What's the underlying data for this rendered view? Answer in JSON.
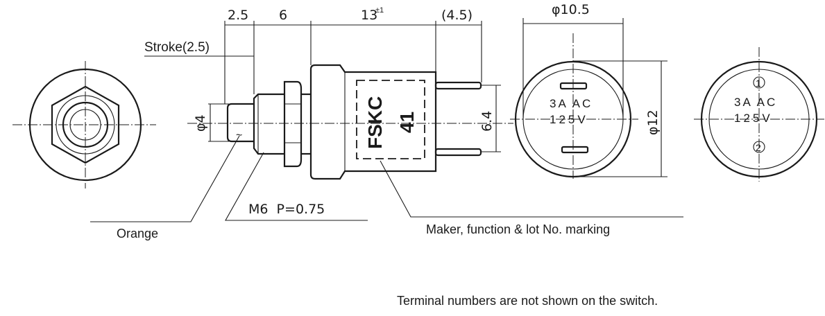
{
  "dimensions": {
    "stroke_travel": "2.5",
    "bushing_length": "6",
    "body_length": "13",
    "body_tolerance": "±1",
    "terminal_length": "(4.5)",
    "stroke_label": "Stroke(2.5)",
    "plunger_diameter": "φ4",
    "terminal_spacing": "6.4",
    "base_diameter": "φ10.5",
    "body_diameter": "φ12"
  },
  "marking": {
    "maker": "FSKC",
    "lot": "41",
    "rating_line1": "3A AC",
    "rating_line2": "125V",
    "terminal1": "1",
    "terminal2": "2"
  },
  "labels": {
    "orange": "Orange",
    "thread": "M6  P=0.75",
    "marking_note": "Maker, function & lot No. marking",
    "terminal_note": "Terminal numbers are not shown on the switch."
  }
}
